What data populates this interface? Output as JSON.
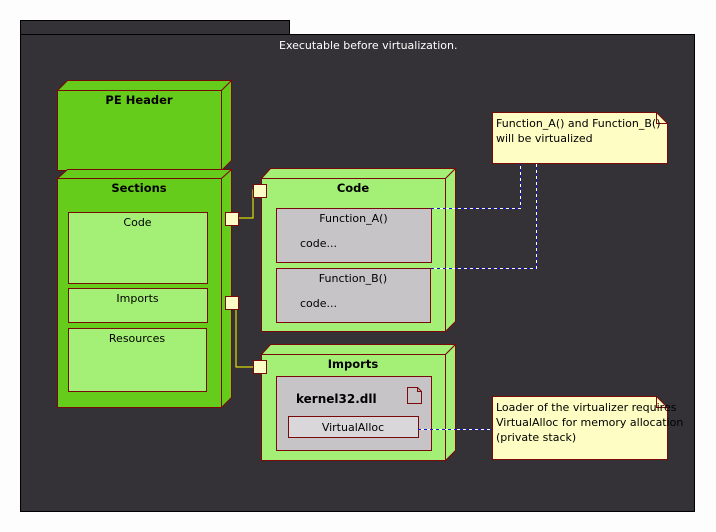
{
  "frame": {
    "title": "Executable before virtualization.",
    "tab_label": ""
  },
  "colors": {
    "background": "#343236",
    "frame_border": "#000000",
    "node_dark_green": "#66cc1c",
    "node_light_green": "#a4ef76",
    "node_border": "#7a0a0a",
    "inner_box_gray": "#c6c4c7",
    "virtualalloc_fill": "#d9d7da",
    "port_fill": "#fdfcc6",
    "note_fill": "#fdfdc4",
    "connector_yellow": "#ffff00",
    "dashed_link": "#1414d2"
  },
  "nodes": {
    "pe_header": {
      "label": "PE Header"
    },
    "sections": {
      "label": "Sections",
      "items": [
        {
          "label": "Code"
        },
        {
          "label": "Imports"
        },
        {
          "label": "Resources"
        }
      ]
    },
    "code": {
      "label": "Code",
      "functions": [
        {
          "name": "Function_A()",
          "body": "code..."
        },
        {
          "name": "Function_B()",
          "body": "code..."
        }
      ]
    },
    "imports": {
      "label": "Imports",
      "dll": {
        "name": "kernel32.dll",
        "icon": "document-icon",
        "functions": [
          {
            "name": "VirtualAlloc"
          }
        ]
      }
    }
  },
  "notes": [
    {
      "text": "Function_A() and Function_B()\nwill be virtualized"
    },
    {
      "text": "Loader of the virtualizer requires\nVirtualAlloc for memory allocation\n(private stack)"
    }
  ]
}
